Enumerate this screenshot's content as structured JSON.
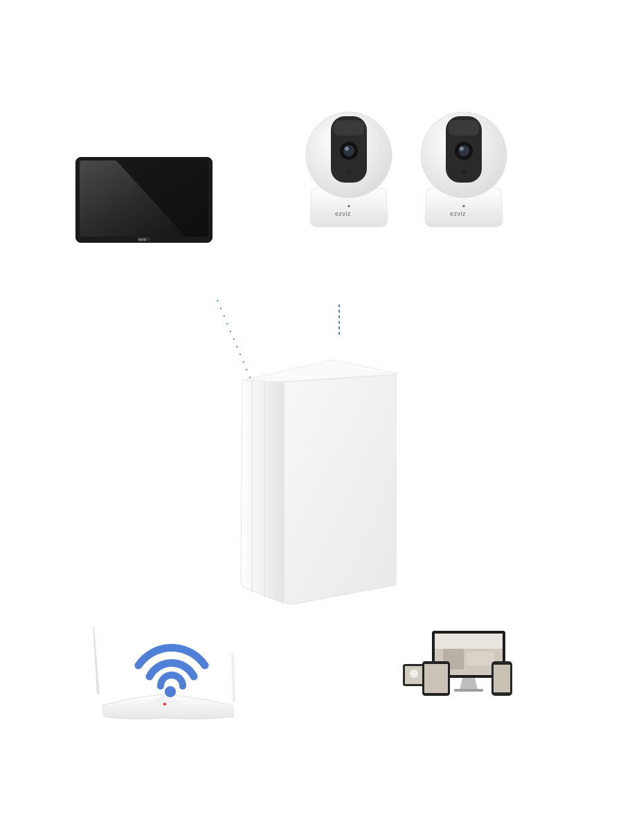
{
  "scene": {
    "background": "#ffffff",
    "accent_blue": "#4f7fd6",
    "device_white": "#f4f4f4"
  },
  "tablet": {
    "brand": "ezviz"
  },
  "cameras": [
    {
      "brand": "ezviz"
    },
    {
      "brand": "ezviz"
    }
  ],
  "hub": {},
  "router": {},
  "devices_group": {}
}
